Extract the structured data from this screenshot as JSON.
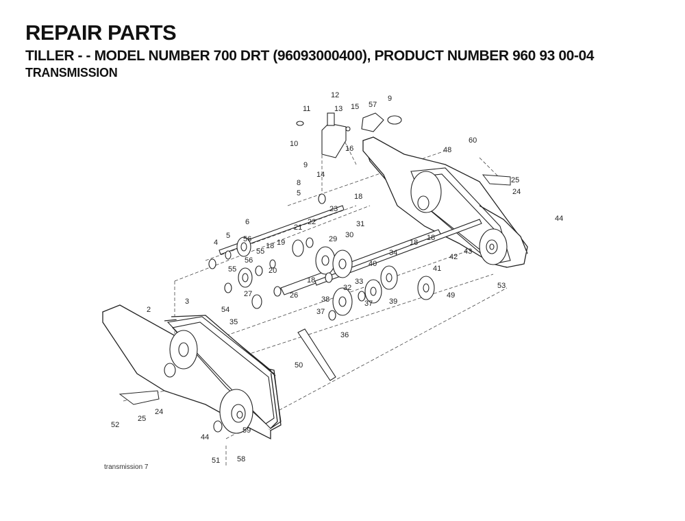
{
  "header": {
    "title": "REPAIR PARTS",
    "model_line": "TILLER - - MODEL NUMBER 700 DRT (96093000400), PRODUCT NUMBER 960 93 00-04",
    "section": "TRANSMISSION"
  },
  "diagram": {
    "caption": "transmission 7",
    "callouts": [
      {
        "id": "c12",
        "label": "12"
      },
      {
        "id": "c9a",
        "label": "9"
      },
      {
        "id": "c11",
        "label": "11"
      },
      {
        "id": "c13",
        "label": "13"
      },
      {
        "id": "c15",
        "label": "15"
      },
      {
        "id": "c57",
        "label": "57"
      },
      {
        "id": "c10",
        "label": "10"
      },
      {
        "id": "c16",
        "label": "16"
      },
      {
        "id": "c9b",
        "label": "9"
      },
      {
        "id": "c14",
        "label": "14"
      },
      {
        "id": "c48",
        "label": "48"
      },
      {
        "id": "c60",
        "label": "60"
      },
      {
        "id": "c8a",
        "label": "8"
      },
      {
        "id": "c25a",
        "label": "25"
      },
      {
        "id": "c24a",
        "label": "24"
      },
      {
        "id": "c5a",
        "label": "5"
      },
      {
        "id": "c18a",
        "label": "18"
      },
      {
        "id": "c23",
        "label": "23"
      },
      {
        "id": "c44a",
        "label": "44"
      },
      {
        "id": "c31",
        "label": "31"
      },
      {
        "id": "c6",
        "label": "6"
      },
      {
        "id": "c21",
        "label": "21"
      },
      {
        "id": "c22",
        "label": "22"
      },
      {
        "id": "c5b",
        "label": "5"
      },
      {
        "id": "c29",
        "label": "29"
      },
      {
        "id": "c30",
        "label": "30"
      },
      {
        "id": "c18b",
        "label": "18"
      },
      {
        "id": "c18c",
        "label": "18"
      },
      {
        "id": "c4",
        "label": "4"
      },
      {
        "id": "c56a",
        "label": "56"
      },
      {
        "id": "c55a",
        "label": "55"
      },
      {
        "id": "c18d",
        "label": "18"
      },
      {
        "id": "c19",
        "label": "19"
      },
      {
        "id": "c34",
        "label": "34"
      },
      {
        "id": "c43",
        "label": "43"
      },
      {
        "id": "c42",
        "label": "42"
      },
      {
        "id": "c20",
        "label": "20"
      },
      {
        "id": "c56b",
        "label": "56"
      },
      {
        "id": "c40",
        "label": "40"
      },
      {
        "id": "c41",
        "label": "41"
      },
      {
        "id": "c55b",
        "label": "55"
      },
      {
        "id": "c18e",
        "label": "18"
      },
      {
        "id": "c32",
        "label": "32"
      },
      {
        "id": "c33",
        "label": "33"
      },
      {
        "id": "c53",
        "label": "53"
      },
      {
        "id": "c27",
        "label": "27"
      },
      {
        "id": "c26",
        "label": "26"
      },
      {
        "id": "c49",
        "label": "49"
      },
      {
        "id": "c54",
        "label": "54"
      },
      {
        "id": "c38",
        "label": "38"
      },
      {
        "id": "c37a",
        "label": "37"
      },
      {
        "id": "c39",
        "label": "39"
      },
      {
        "id": "c2",
        "label": "2"
      },
      {
        "id": "c3",
        "label": "3"
      },
      {
        "id": "c37b",
        "label": "37"
      },
      {
        "id": "c35",
        "label": "35"
      },
      {
        "id": "c36",
        "label": "36"
      },
      {
        "id": "c50",
        "label": "50"
      },
      {
        "id": "c52",
        "label": "52"
      },
      {
        "id": "c25b",
        "label": "25"
      },
      {
        "id": "c24b",
        "label": "24"
      },
      {
        "id": "c44b",
        "label": "44"
      },
      {
        "id": "c59",
        "label": "59"
      },
      {
        "id": "c51",
        "label": "51"
      },
      {
        "id": "c58",
        "label": "58"
      }
    ]
  }
}
